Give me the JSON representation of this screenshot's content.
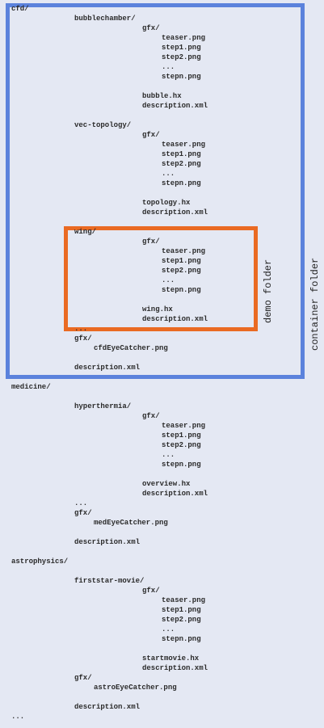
{
  "tree": [
    [
      "cfd/",
      0
    ],
    [
      "bubblechamber/",
      1
    ],
    [
      "gfx/",
      2
    ],
    [
      "teaser.png",
      3
    ],
    [
      "step1.png",
      3
    ],
    [
      "step2.png",
      3
    ],
    [
      "...",
      3
    ],
    [
      "stepn.png",
      3
    ],
    [
      "",
      0
    ],
    [
      "bubble.hx",
      2
    ],
    [
      "description.xml",
      2
    ],
    [
      "",
      0
    ],
    [
      "vec-topology/",
      1
    ],
    [
      "gfx/",
      2
    ],
    [
      "teaser.png",
      3
    ],
    [
      "step1.png",
      3
    ],
    [
      "step2.png",
      3
    ],
    [
      "...",
      3
    ],
    [
      "stepn.png",
      3
    ],
    [
      "",
      0
    ],
    [
      "topology.hx",
      2
    ],
    [
      "description.xml",
      2
    ],
    [
      "",
      0
    ],
    [
      "wing/",
      1
    ],
    [
      "gfx/",
      2
    ],
    [
      "teaser.png",
      3
    ],
    [
      "step1.png",
      3
    ],
    [
      "step2.png",
      3
    ],
    [
      "...",
      3
    ],
    [
      "stepn.png",
      3
    ],
    [
      "",
      0
    ],
    [
      "wing.hx",
      2
    ],
    [
      "description.xml",
      2
    ],
    [
      "...",
      1
    ],
    [
      "gfx/",
      1
    ],
    [
      "cfdEyeCatcher.png",
      1.3
    ],
    [
      "",
      0
    ],
    [
      "description.xml",
      1
    ],
    [
      "",
      0
    ],
    [
      "medicine/",
      0
    ],
    [
      "",
      0
    ],
    [
      "hyperthermia/",
      1
    ],
    [
      "gfx/",
      2
    ],
    [
      "teaser.png",
      3
    ],
    [
      "step1.png",
      3
    ],
    [
      "step2.png",
      3
    ],
    [
      "...",
      3
    ],
    [
      "stepn.png",
      3
    ],
    [
      "",
      0
    ],
    [
      "overview.hx",
      2
    ],
    [
      "description.xml",
      2
    ],
    [
      "...",
      1
    ],
    [
      "gfx/",
      1
    ],
    [
      "medEyeCatcher.png",
      1.3
    ],
    [
      "",
      0
    ],
    [
      "description.xml",
      1
    ],
    [
      "",
      0
    ],
    [
      "astrophysics/",
      0
    ],
    [
      "",
      0
    ],
    [
      "firststar-movie/",
      1
    ],
    [
      "gfx/",
      2
    ],
    [
      "teaser.png",
      3
    ],
    [
      "step1.png",
      3
    ],
    [
      "step2.png",
      3
    ],
    [
      "...",
      3
    ],
    [
      "stepn.png",
      3
    ],
    [
      "",
      0
    ],
    [
      "startmovie.hx",
      2
    ],
    [
      "description.xml",
      2
    ],
    [
      "gfx/",
      1
    ],
    [
      "astroEyeCatcher.png",
      1.3
    ],
    [
      "",
      0
    ],
    [
      "description.xml",
      1
    ],
    [
      "...",
      0
    ]
  ],
  "labels": {
    "demo_folder": "demo folder",
    "container_folder": "container folder"
  },
  "colors": {
    "background": "#e4e8f3",
    "container_border": "#5b82dc",
    "demo_border": "#ea6a22"
  }
}
